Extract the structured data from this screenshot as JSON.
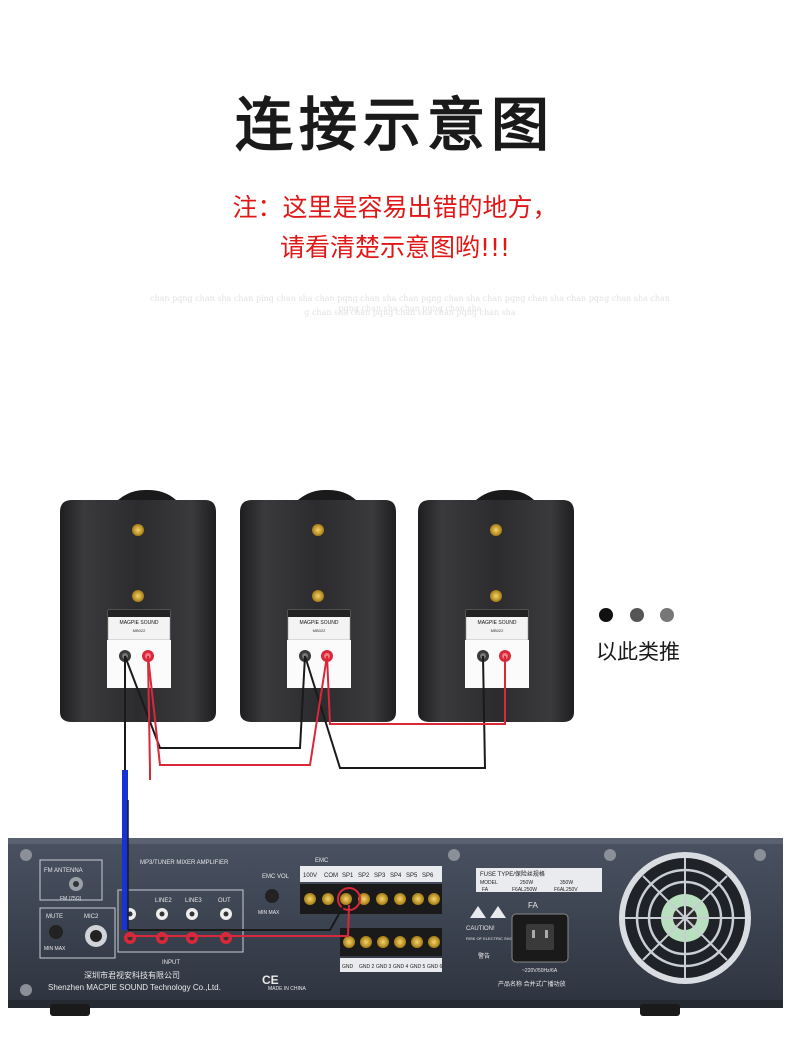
{
  "title": "连接示意图",
  "note_line1": "注：这里是容易出错的地方，",
  "note_line2": "请看清楚示意图哟!!!",
  "faint_text_line1": "chan pqng chan sha chan ping chan sha chan pqng chan sha chan pqng chan sha chan pqng chan sha chan pqng chan sha chan pqng chan sha chan pqng chan sha",
  "faint_text_line2": "g chan sha chan pqng chan sha chan pqng chan sha",
  "etc_text": "以此类推",
  "speakers": {
    "brand": "MAGPIE SOUND",
    "model": "MB022"
  },
  "amplifier": {
    "fm_antenna": "FM ANTENNA",
    "fm_75": "FM (75Ω)",
    "header": "MP3/TUNER MIXER AMPLIFIER",
    "mute": "MUTE",
    "mic2": "MIC2",
    "line2": "LINE2",
    "line3": "LINE3",
    "out": "OUT",
    "input": "INPUT",
    "emc_vol": "EMC VOL",
    "min_max": "MIN  MAX",
    "emc": "EMC",
    "terminals_top": [
      "100V",
      "COM",
      "SP1",
      "SP2",
      "SP3",
      "SP4",
      "SP5",
      "SP6"
    ],
    "terminals_bottom": [
      "GND",
      "GND 2",
      "GND 3",
      "GND 4",
      "GND 5",
      "GND 6"
    ],
    "company_cn": "深圳市君视安科技有限公司",
    "company_en": "Shenzhen MACPIE SOUND Technology Co.,Ltd.",
    "made_in": "MADE IN CHINA",
    "fuse_title": "FUSE TYPE/保险丝规格",
    "fuse_headers": [
      "MODEL",
      "250W",
      "350W"
    ],
    "fuse_values": [
      "FA",
      "F6AL250W",
      "F6AL250V"
    ],
    "caution": "CAUTION!",
    "caution_sub": "RISK OF ELECTRIC SHOCK DO NOT OPEN",
    "warning": "警告",
    "fa": "FA",
    "power_rating": "~220V/50Hz/6A",
    "product_name": "产品名称  合并式广播功放"
  },
  "colors": {
    "title": "#1a1a1a",
    "note": "#e01818",
    "speaker_body": "#2a2a2c",
    "wire_red": "#d8283a",
    "wire_black": "#1a1a1a",
    "wire_blue": "#1733d6",
    "amp_panel": "#3b4250"
  }
}
